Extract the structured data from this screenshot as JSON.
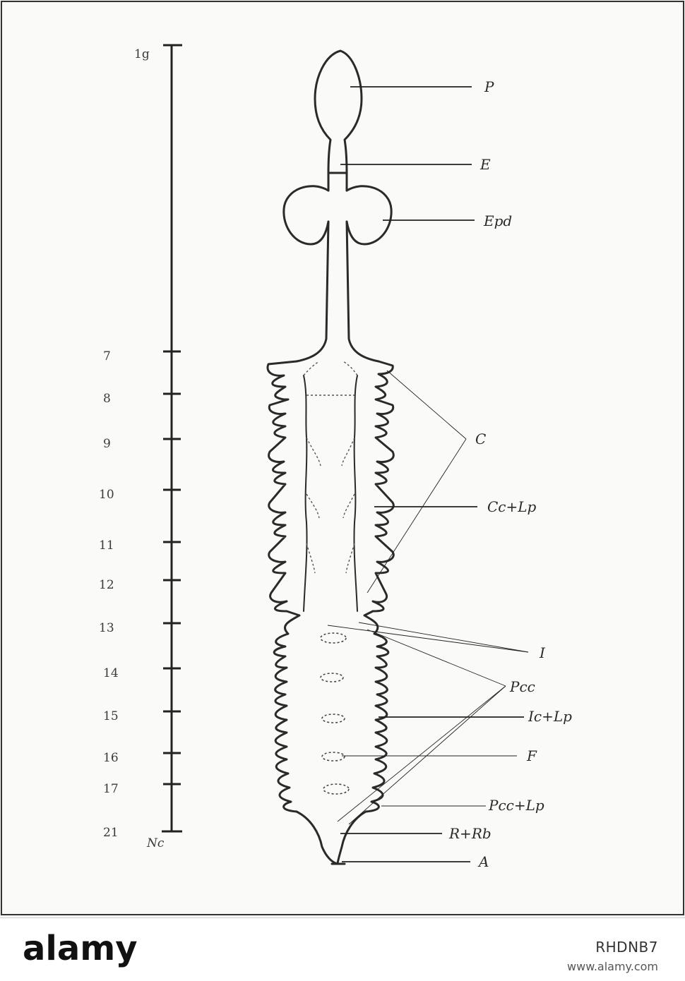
{
  "scale": {
    "top_label": "1g",
    "bottom_label": "Nc",
    "ticks": [
      "7",
      "8",
      "9",
      "10",
      "11",
      "12",
      "13",
      "14",
      "15",
      "16",
      "17",
      "21"
    ]
  },
  "labels": {
    "P": "P",
    "E": "E",
    "Epd": "Epd",
    "C": "C",
    "CcLp": "Cc+Lp",
    "I": "I",
    "Pcc": "Pcc",
    "IcLp": "Ic+Lp",
    "F": "F",
    "PccLp": "Pcc+Lp",
    "RRb": "R+Rb",
    "A": "A"
  },
  "footer": {
    "logo_text": "alamy",
    "image_id": "RHDNB7",
    "url": "www.alamy.com"
  }
}
